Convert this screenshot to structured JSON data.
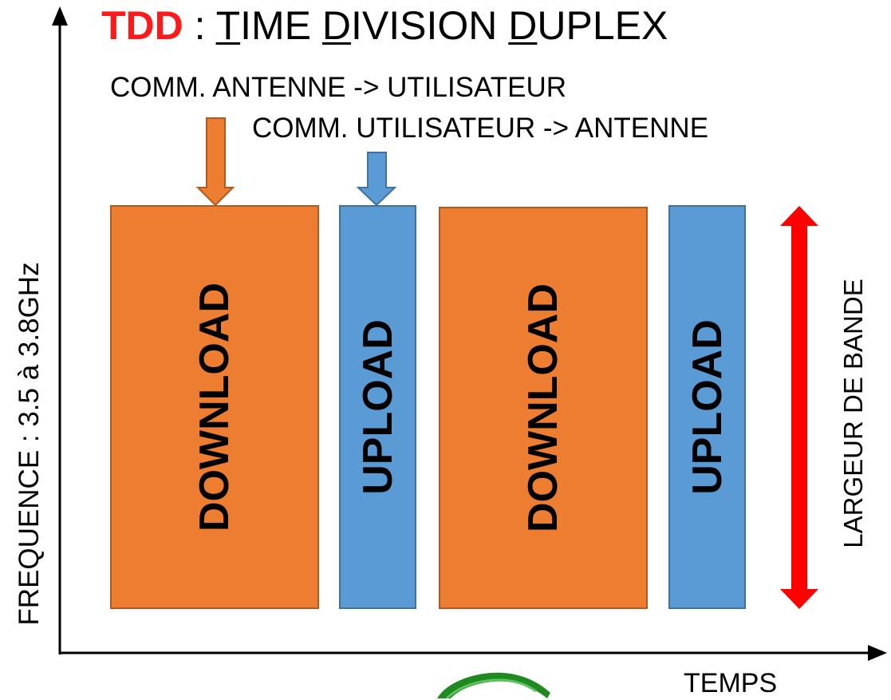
{
  "title": {
    "acronym": "TDD",
    "separator": ":",
    "t_initial": "T",
    "t_rest": "IME ",
    "d_initial": "D",
    "d_rest": "IVISION ",
    "d2_initial": "D",
    "d2_rest": "UPLEX"
  },
  "annotations": {
    "antenna_to_user": "COMM. ANTENNE -> UTILISATEUR",
    "user_to_antenna": "COMM. UTILISATEUR -> ANTENNE"
  },
  "axes": {
    "y_label": "FREQUENCE : 3.5 à 3.8GHz",
    "x_label": "TEMPS"
  },
  "bandwidth_label": "LARGEUR DE BANDE",
  "blocks": [
    {
      "label": "DOWNLOAD",
      "kind": "download"
    },
    {
      "label": "UPLOAD",
      "kind": "upload"
    },
    {
      "label": "DOWNLOAD",
      "kind": "download"
    },
    {
      "label": "UPLOAD",
      "kind": "upload"
    }
  ],
  "colors": {
    "download": "#ed7d31",
    "upload": "#5b9bd5",
    "accent": "#ff1a1a",
    "logo": "#1f8a1f"
  }
}
